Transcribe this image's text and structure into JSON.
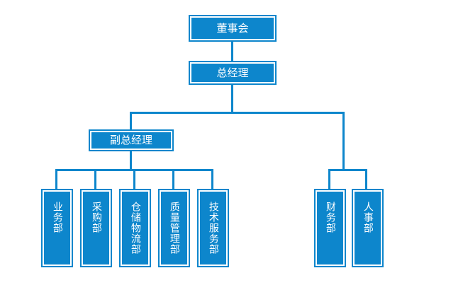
{
  "chart_data": {
    "type": "diagram",
    "diagram_type": "organization-chart",
    "title": "",
    "orientation": "top-down",
    "accent_color": "#0d86cc",
    "node_fill": "#0d86cc",
    "node_inner_border": "#ffffff",
    "text_color": "#ffffff",
    "background": "#ffffff",
    "nodes": [
      {
        "id": "board",
        "label": "董事会",
        "level": 0,
        "orientation": "horizontal"
      },
      {
        "id": "gm",
        "label": "总经理",
        "level": 1,
        "orientation": "horizontal"
      },
      {
        "id": "deputy_gm",
        "label": "副总经理",
        "level": 2,
        "orientation": "horizontal"
      },
      {
        "id": "business",
        "label": "业务部",
        "level": 3,
        "orientation": "vertical"
      },
      {
        "id": "purchasing",
        "label": "采购部",
        "level": 3,
        "orientation": "vertical"
      },
      {
        "id": "logistics",
        "label": "仓储物流部",
        "level": 3,
        "orientation": "vertical"
      },
      {
        "id": "quality",
        "label": "质量管理部",
        "level": 3,
        "orientation": "vertical"
      },
      {
        "id": "techserv",
        "label": "技术服务部",
        "level": 3,
        "orientation": "vertical"
      },
      {
        "id": "finance",
        "label": "财务部",
        "level": 3,
        "orientation": "vertical"
      },
      {
        "id": "hr",
        "label": "人事部",
        "level": 3,
        "orientation": "vertical"
      }
    ],
    "edges": [
      {
        "from": "board",
        "to": "gm"
      },
      {
        "from": "gm",
        "to": "deputy_gm"
      },
      {
        "from": "gm",
        "to": "finance"
      },
      {
        "from": "gm",
        "to": "hr"
      },
      {
        "from": "deputy_gm",
        "to": "business"
      },
      {
        "from": "deputy_gm",
        "to": "purchasing"
      },
      {
        "from": "deputy_gm",
        "to": "logistics"
      },
      {
        "from": "deputy_gm",
        "to": "quality"
      },
      {
        "from": "deputy_gm",
        "to": "techserv"
      }
    ]
  },
  "org": {
    "board": {
      "label": "董事会"
    },
    "gm": {
      "label": "总经理"
    },
    "deputy_gm": {
      "label": "副总经理"
    },
    "business": {
      "label": "业务部"
    },
    "purchasing": {
      "label": "采购部"
    },
    "logistics": {
      "label": "仓储物流部"
    },
    "quality": {
      "label": "质量管理部"
    },
    "techserv": {
      "label": "技术服务部"
    },
    "finance": {
      "label": "财务部"
    },
    "hr": {
      "label": "人事部"
    }
  }
}
